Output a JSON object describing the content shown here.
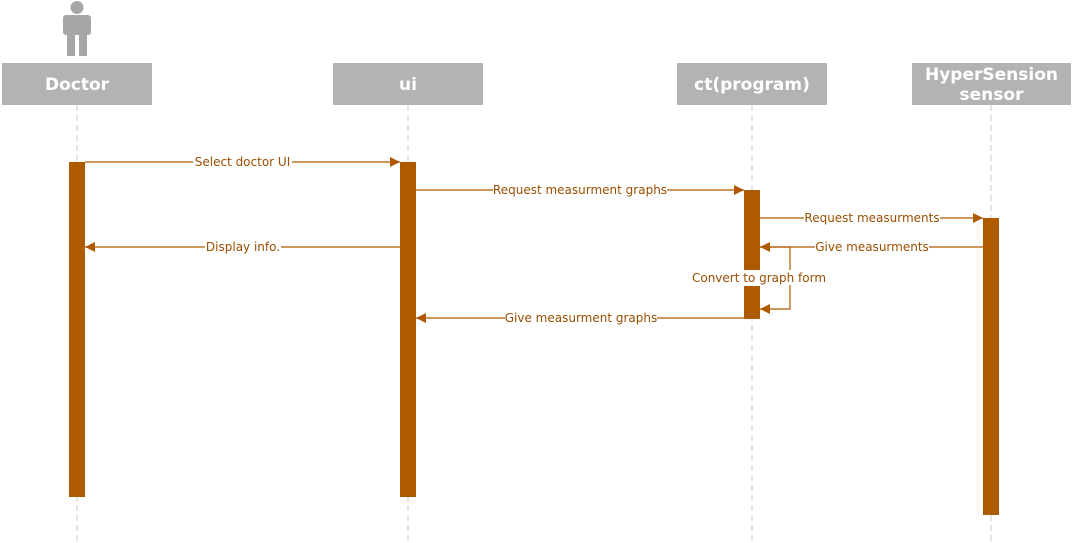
{
  "actors": [
    {
      "id": "doctor",
      "label": "Doctor",
      "icon": "person-icon"
    },
    {
      "id": "ui",
      "label": "ui"
    },
    {
      "id": "ct",
      "label": "ct(program)"
    },
    {
      "id": "sensor",
      "label_line1": "HyperSension",
      "label_line2": "sensor"
    }
  ],
  "messages": [
    {
      "id": "select-doctor-ui",
      "label": "Select doctor UI",
      "from": "doctor",
      "to": "ui"
    },
    {
      "id": "request-measurment-graphs",
      "label": "Request measurment graphs",
      "from": "ui",
      "to": "ct"
    },
    {
      "id": "request-measurments",
      "label": "Request measurments",
      "from": "ct",
      "to": "sensor"
    },
    {
      "id": "give-measurments",
      "label": "Give measurments",
      "from": "sensor",
      "to": "ct"
    },
    {
      "id": "display-info",
      "label": "Display info.",
      "from": "ui",
      "to": "doctor"
    },
    {
      "id": "convert-to-graph-form",
      "label": "Convert to graph form",
      "from": "ct",
      "to": "ct"
    },
    {
      "id": "give-measurment-graphs",
      "label": "Give measurment graphs",
      "from": "ct",
      "to": "ui"
    }
  ],
  "colors": {
    "activation": "#b05a00",
    "message": "#b05a00",
    "actor_box": "#b3b3b3",
    "lifeline": "#c9c9c9"
  }
}
